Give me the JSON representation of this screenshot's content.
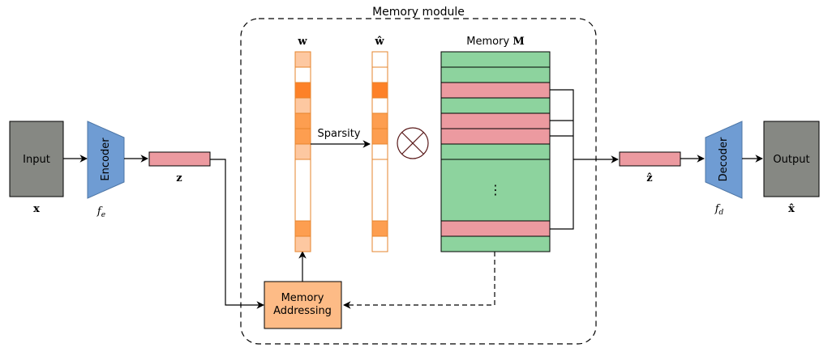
{
  "labels": {
    "module_title": "Memory module",
    "input": "Input",
    "input_var": "x",
    "encoder": "Encoder",
    "encoder_fn": "f",
    "encoder_sub": "e",
    "z": "z",
    "w": "w",
    "w_hat": "ŵ",
    "memory_title_prefix": "Memory ",
    "memory_title_var": "M",
    "sparsity": "Sparsity",
    "addressing_line1": "Memory",
    "addressing_line2": "Addressing",
    "z_hat": "ẑ",
    "decoder": "Decoder",
    "decoder_fn": "f",
    "decoder_sub": "d",
    "output": "Output",
    "output_var": "x̂",
    "ellipsis": "⋮"
  },
  "colors": {
    "gray_box": "#868883",
    "trapezoid": "#6f9cd3",
    "latent": "#ec9aa0",
    "orange_light": "#fdc8a1",
    "orange_mid": "#fd9e50",
    "orange_dark": "#fd8128",
    "memory_green": "#8dd39e",
    "memory_red": "#ec9aa0",
    "addressing_fill": "#fdbb86"
  }
}
